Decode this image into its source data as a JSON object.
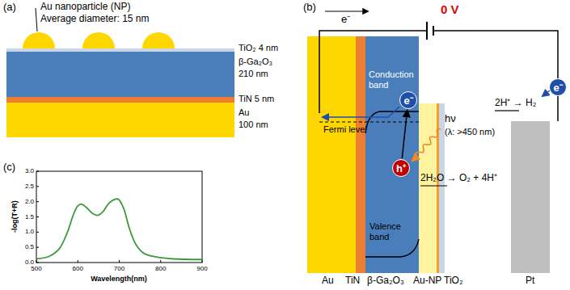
{
  "diagram": {
    "nodes": [
      {
        "text": [
          "e⁻"
        ]
      },
      {
        "text": [
          "h⁺"
        ]
      },
      {
        "text": [
          "e⁻"
        ]
      }
    ],
    "edges": [
      {
        "from": 1,
        "to": 0,
        "arrow": "to"
      }
    ],
    "labels": [
      "(a)",
      "Au nanoparticle (NP)",
      "Average diameter: 15 nm",
      "TiO₂ 4 nm",
      "β-Ga₂O₃",
      "210 nm",
      "TiN 5 nm",
      "Au",
      "100 nm",
      "(b)",
      "0 V",
      "e⁻",
      "Conduction band",
      "Fermi level",
      "hν",
      "(λ: >450 nm)",
      "Valence band",
      "2H₂O → O₂ + 4H⁺",
      "2H⁺ → H₂",
      "Au",
      "TiN",
      "β-Ga₂O₃",
      "Au-NP",
      "TiO₂",
      "Pt",
      "(c)",
      "3.0",
      "2.5",
      "2.0",
      "1.5",
      "1.0",
      "0.5",
      "0.0",
      "500",
      "600",
      "700",
      "800",
      "900",
      "-log(T+R)",
      "Wavelength(nm)"
    ]
  }
}
